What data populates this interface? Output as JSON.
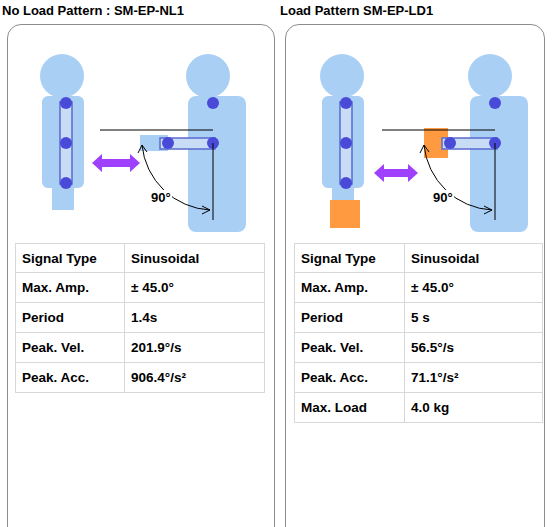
{
  "diagram": {
    "nodes": [
      {
        "text": [
          "No Load Pattern : SM-EP-NL1"
        ]
      },
      {
        "text": [
          "Load Pattern SM-EP-LD1"
        ]
      }
    ],
    "labels": [
      "90°",
      "Signal Type",
      "Sinusoidal",
      "Max. Amp.",
      "± 45.0°",
      "Period",
      "1.4s",
      "Peak. Vel.",
      "201.9°/s",
      "Peak. Acc.",
      "906.4°/s²",
      "90°",
      "Signal Type",
      "Sinusoidal",
      "Max. Amp.",
      "± 45.0°",
      "Period",
      "5 s",
      "Peak. Vel.",
      "56.5°/s",
      "Peak. Acc.",
      "71.1°/s²",
      "Max. Load",
      "4.0 kg"
    ]
  }
}
